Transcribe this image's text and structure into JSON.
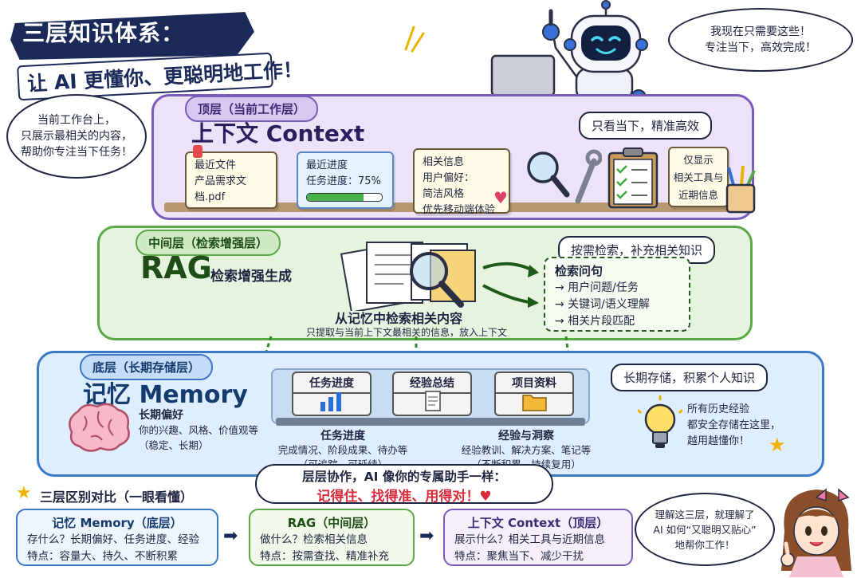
{
  "title": {
    "banner": "三层知识体系：",
    "subtitle": "让 AI 更懂你、更聪明地工作！"
  },
  "speech": {
    "robot": [
      "我现在只需要这些！",
      "专注当下，高效完成！"
    ],
    "left": [
      "当前工作台上，",
      "只展示最相关的内容，",
      "帮助你专注当下任务！"
    ]
  },
  "context_layer": {
    "tag": "顶层（当前工作层）",
    "title": "上下文 Context",
    "motto": "只看当下，精准高效",
    "recent_file": {
      "label": "最近文件",
      "file": "产品需求文档.pdf"
    },
    "progress": {
      "label": "最近进度",
      "text": "任务进度：75%",
      "value": 0.75
    },
    "related": {
      "label": "相关信息",
      "lines": [
        "用户偏好：",
        "简洁风格",
        "优先移动端体验"
      ]
    },
    "tools_note": [
      "仅显示",
      "相关工具与",
      "近期信息"
    ]
  },
  "rag_layer": {
    "tag": "中间层（检索增强层）",
    "title": "RAG",
    "subtitle": "检索增强生成",
    "motto": "按需检索，补充相关知识",
    "caption": "从记忆中检索相关内容",
    "note": "只提取与当前上下文最相关的信息，放入上下文",
    "query": {
      "title": "检索问句",
      "items": [
        "→ 用户问题/任务",
        "→ 关键词/语义理解",
        "→ 相关片段匹配"
      ]
    }
  },
  "memory_layer": {
    "tag": "底层（长期存储层）",
    "title": "记忆 Memory",
    "motto": "长期存储，积累个人知识",
    "preference": {
      "title": "长期偏好",
      "lines": [
        "你的兴趣、风格、价值观等",
        "（稳定、长期）"
      ]
    },
    "folders": [
      "任务进度",
      "经验总结",
      "项目资料"
    ],
    "task": {
      "title": "任务进度",
      "lines": [
        "完成情况、阶段成果、待办等",
        "（可追踪、可延续）"
      ]
    },
    "insight": {
      "title": "经验与洞察",
      "lines": [
        "经验教训、解决方案、笔记等",
        "（不断积累、持续复用）"
      ]
    },
    "bulb_note": [
      "所有历史经验",
      "都安全存储在这里，",
      "越用越懂你！"
    ]
  },
  "callout": {
    "line1": "层层协作，AI 像你的专属助手一样：",
    "line2": "记得住、找得准、用得对！♥"
  },
  "compare": {
    "title": "三层区别对比（一眼看懂）",
    "boxes": [
      {
        "name": "记忆 Memory（底层）",
        "l1": "存什么？长期偏好、任务进度、经验",
        "l2": "特点：容量大、持久、不断积累"
      },
      {
        "name": "RAG（中间层）",
        "l1": "做什么？检索相关信息",
        "l2": "特点：按需查找、精准补充"
      },
      {
        "name": "上下文 Context（顶层）",
        "l1": "展示什么？相关工具与近期信息",
        "l2": "特点：聚焦当下、减少干扰"
      }
    ]
  },
  "girl_speech": [
    "理解这三层，就理解了",
    "AI 如何“又聪明又贴心”",
    "地帮你工作！"
  ],
  "colors": {
    "purple": "#7b5bb8",
    "green": "#5aa846",
    "blue": "#3a78c8",
    "navy": "#1c2a5a"
  },
  "icons": [
    "robot-icon",
    "laptop-icon",
    "magnifier-icon",
    "wrench-icon",
    "clipboard-icon",
    "pencil-cup-icon",
    "documents-icon",
    "folder-icon",
    "chart-icon",
    "brain-icon",
    "bulb-icon",
    "star-icon",
    "girl-avatar"
  ]
}
